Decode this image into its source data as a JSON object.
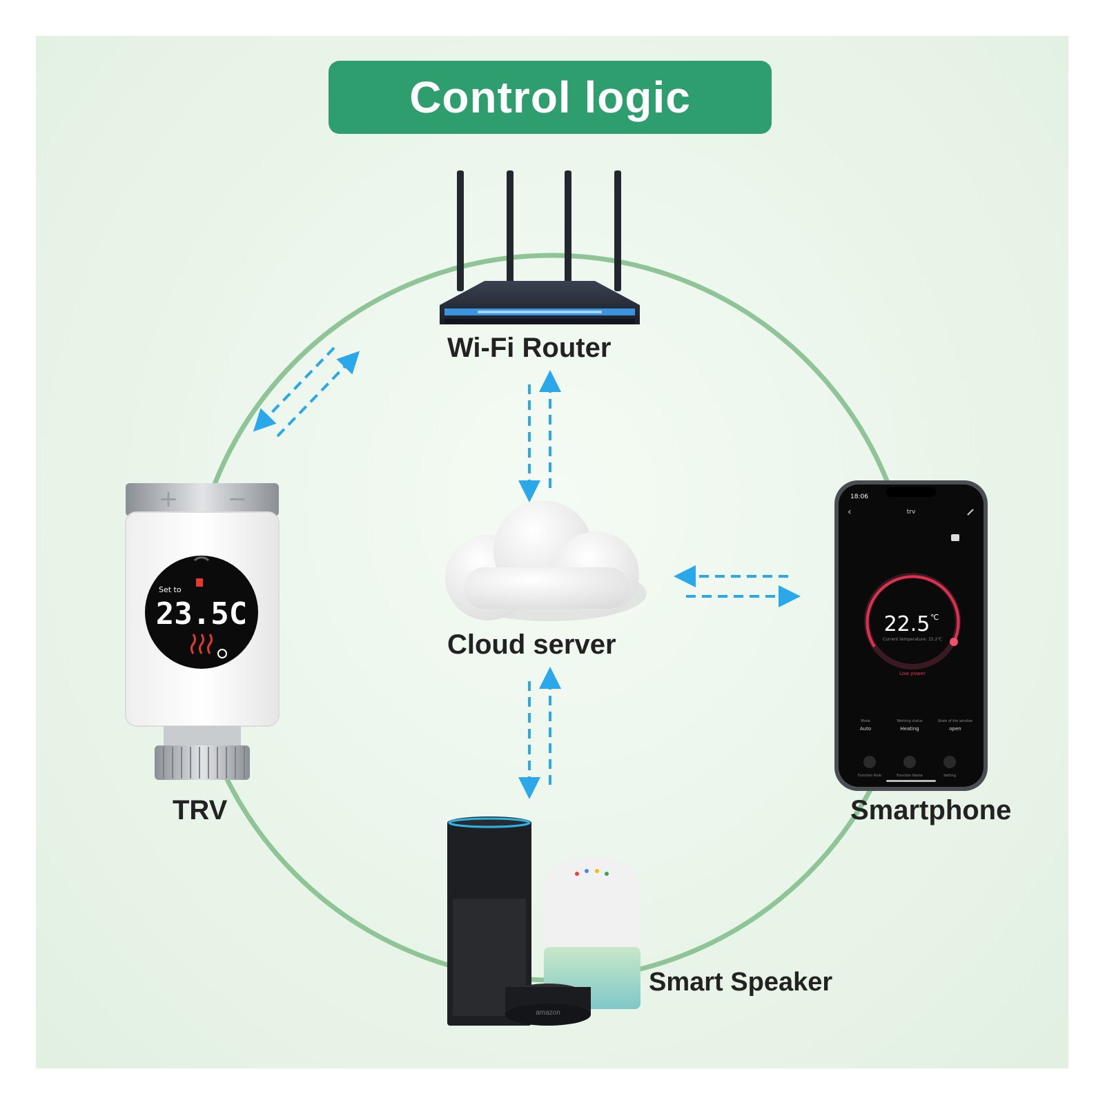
{
  "title": "Control logic",
  "nodes": {
    "router": {
      "label": "Wi-Fi Router"
    },
    "cloud": {
      "label": "Cloud server"
    },
    "trv": {
      "label": "TRV",
      "screen_caption": "Set to",
      "screen_temp": "23.5C",
      "button_plus": "+",
      "button_minus": "−"
    },
    "phone": {
      "label": "Smartphone",
      "status_time": "18:06",
      "app_title": "trv",
      "temperature": "22.5",
      "temp_unit": "℃",
      "current_temp": "Current temperature: 15.2℃",
      "power_status": "Low power",
      "stats": [
        {
          "label": "Mode",
          "value": "Auto"
        },
        {
          "label": "Working status",
          "value": "Heating"
        },
        {
          "label": "State of the window",
          "value": "open"
        }
      ],
      "nav": [
        "Function Rule",
        "Function Name",
        "Setting"
      ]
    },
    "speaker": {
      "label": "Smart Speaker",
      "brand": "amazon"
    }
  },
  "colors": {
    "banner": "#2f9e6e",
    "ring": "#8fc596",
    "arrow": "#2aa8ea",
    "label": "#222222"
  }
}
